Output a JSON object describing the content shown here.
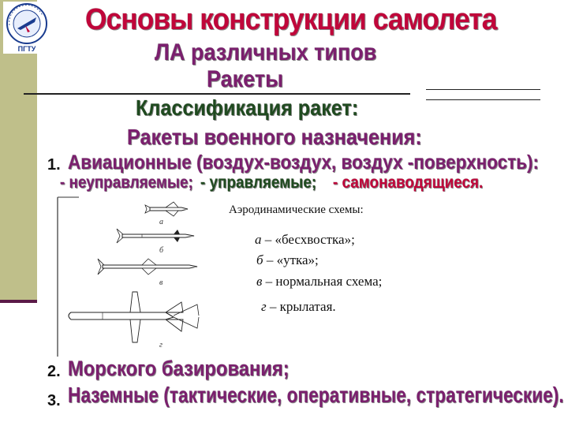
{
  "header": {
    "title": "Основы конструкции самолета",
    "subtitle1": "ЛА различных типов",
    "subtitle2": "Ракеты"
  },
  "logo": {
    "text": "ПГТУ"
  },
  "section": {
    "classification": "Классификация ракет:",
    "military": "Ракеты военного назначения:"
  },
  "item1": {
    "number": "1.",
    "label": "Авиационные (воздух-воздух, воздух -поверхность):",
    "types": [
      "- неуправляемые;",
      "- управляемые;",
      "- самонаводящиеся."
    ]
  },
  "figure": {
    "caption": "Аэродинамические схемы:",
    "labels": [
      "а",
      "б",
      "в",
      "г"
    ]
  },
  "schemes": [
    {
      "letter": "а",
      "text": " – «бесхвостка»;"
    },
    {
      "letter": "б",
      "text": " – «утка»;"
    },
    {
      "letter": "в",
      "text": " – нормальная схема;"
    },
    {
      "letter": "г",
      "text": " – крылатая."
    }
  ],
  "item2": {
    "number": "2.",
    "label": "Морского базирования;"
  },
  "item3": {
    "number": "3.",
    "label": "Наземные (тактические, оперативные, стратегические)."
  },
  "colors": {
    "title": "#c0063a",
    "subtitle": "#7b1f6e",
    "heading": "#1f4a1f",
    "sidebar": "#bfbf8a",
    "sidebar_line": "#5b1a48"
  }
}
